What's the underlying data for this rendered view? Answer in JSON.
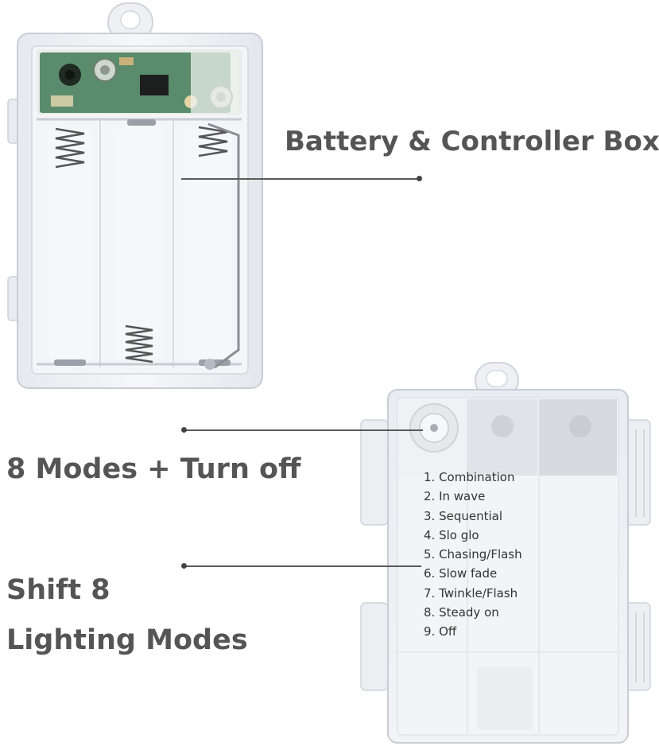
{
  "captions": {
    "battery_box": "Battery & Controller Box",
    "modes": "8 Modes + Turn off",
    "shift_line1": "Shift 8",
    "shift_line2": "Lighting Modes"
  },
  "modes_list": [
    "1. Combination",
    "2. In wave",
    "3. Sequential",
    "4. Slo glo",
    "5. Chasing/Flash",
    "6. Slow fade",
    "7. Twinkle/Flash",
    "8. Steady on",
    "9. Off"
  ],
  "colors": {
    "caption_text": "#555555",
    "leader_line": "#5a5a5a",
    "pcb_green": "#2f6f48",
    "case_white": "#f1f3f7"
  }
}
